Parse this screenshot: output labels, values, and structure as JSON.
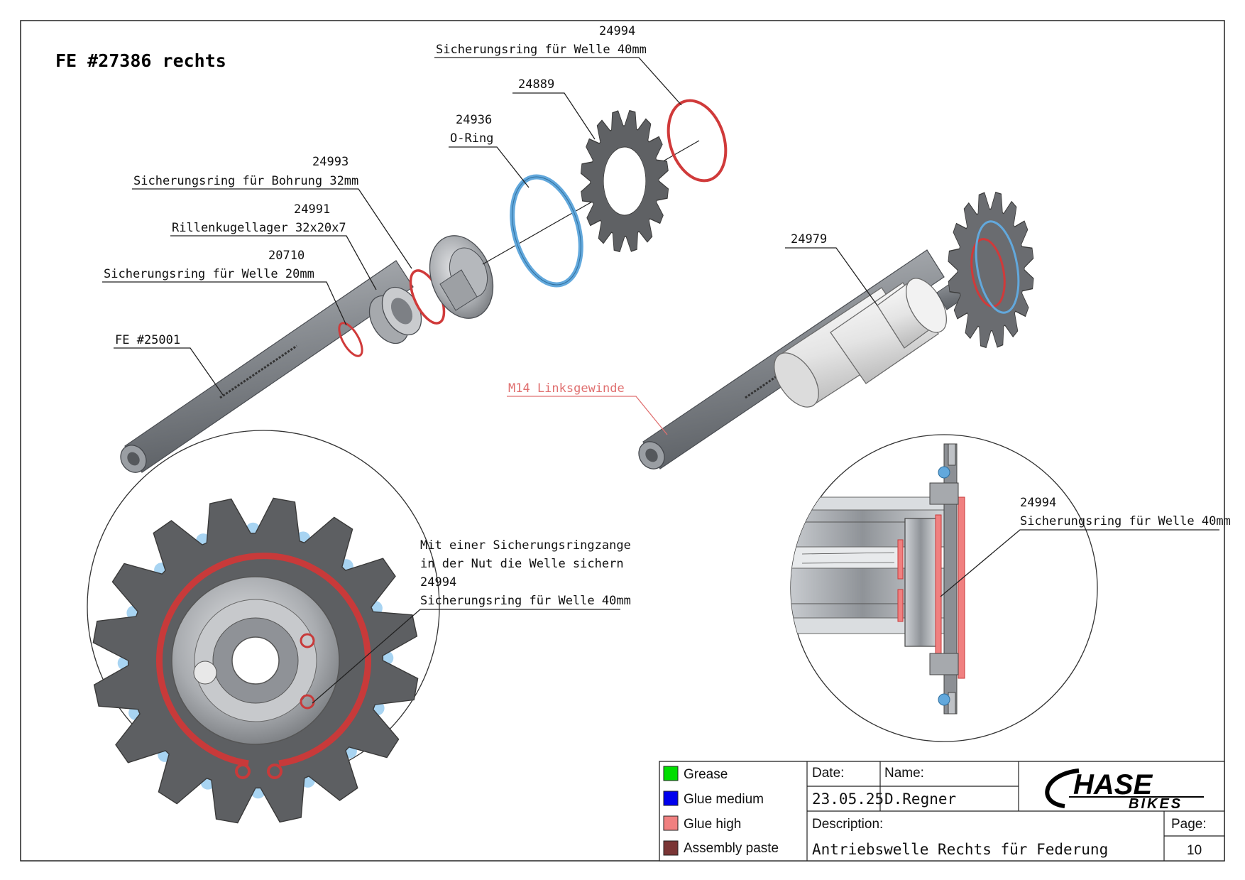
{
  "title": "FE #27386 rechts",
  "callouts": {
    "c24994_top": {
      "number": "24994",
      "text": "Sicherungsring für Welle 40mm"
    },
    "c24889": {
      "number": "24889"
    },
    "c24936": {
      "number": "24936",
      "text": "O-Ring"
    },
    "c24993": {
      "number": "24993",
      "text": "Sicherungsring für Bohrung 32mm"
    },
    "c24991": {
      "number": "24991",
      "text": "Rillenkugellager 32x20x7"
    },
    "c20710": {
      "number": "20710",
      "text": "Sicherungsring für Welle 20mm"
    },
    "fe25001": {
      "text": "FE #25001"
    },
    "c24979": {
      "number": "24979"
    },
    "m14": {
      "text": "M14 Linksgewinde",
      "color": "#e07070"
    },
    "note": {
      "line1": "Mit einer Sicherungsringzange",
      "line2": "in der Nut die Welle sichern",
      "line3": "24994",
      "line4": "Sicherungsring für Welle 40mm"
    },
    "c24994_detail": {
      "number": "24994",
      "text": "Sicherungsring für Welle 40mm"
    }
  },
  "legend": [
    {
      "label": "Grease",
      "color": "#00dd00"
    },
    {
      "label": "Glue medium",
      "color": "#0000ee"
    },
    {
      "label": "Glue high",
      "color": "#f08080"
    },
    {
      "label": "Assembly paste",
      "color": "#7a3535"
    }
  ],
  "title_block": {
    "date_label": "Date:",
    "date_value": "23.05.25",
    "name_label": "Name:",
    "name_value": "D.Regner",
    "description_label": "Description:",
    "description_value": "Antriebswelle Rechts für Federung",
    "page_label": "Page:",
    "page_value": "10"
  },
  "logo": {
    "line1": "HASE",
    "line2": "BIKES"
  },
  "colors": {
    "circlip_red": "#d03a3a",
    "oring_blue": "#62a8dc",
    "sprocket_gray": "#666666",
    "shaft_gray": "#8e9196",
    "spacer_white": "#eeeeee"
  }
}
